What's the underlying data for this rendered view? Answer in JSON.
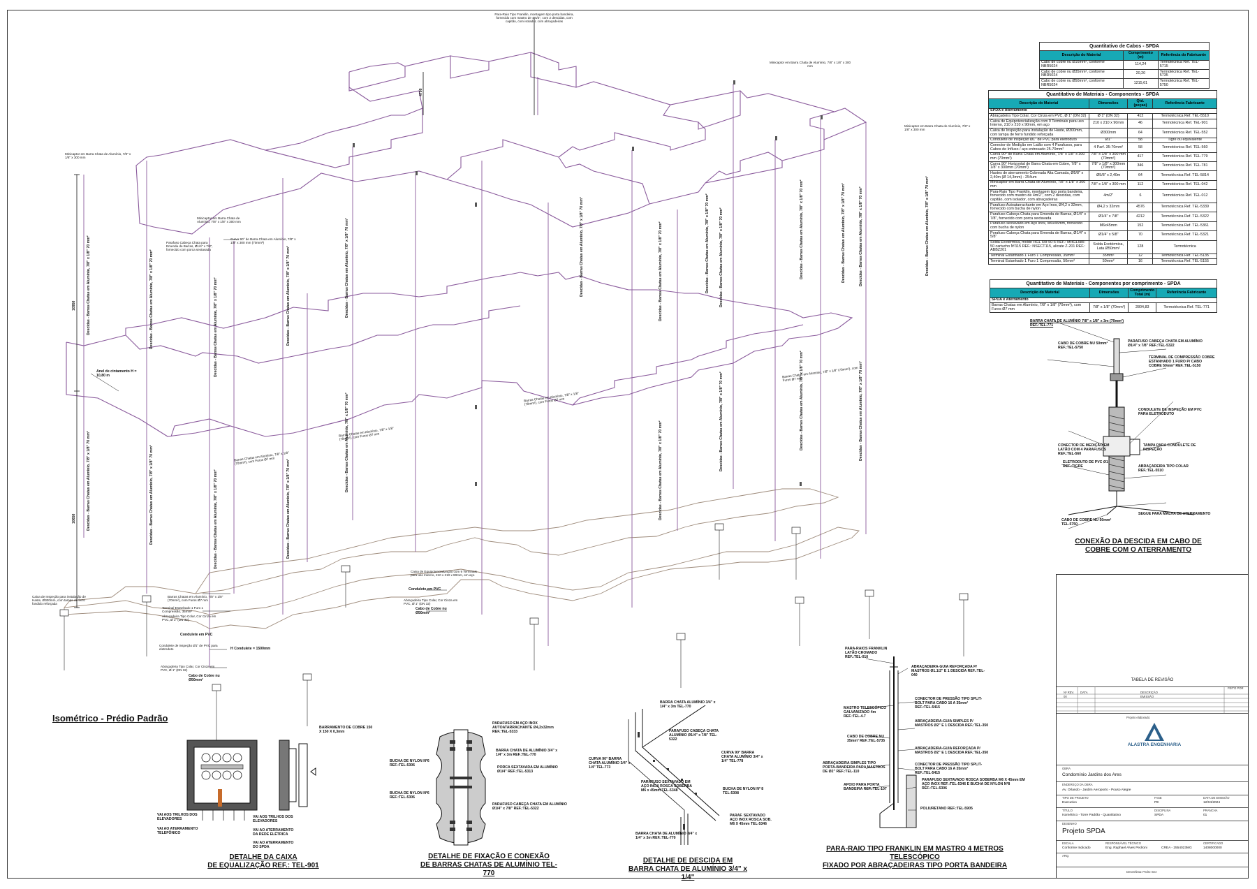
{
  "drawing": {
    "main_title": "Isométrico - Prédio Padrão",
    "top_note": "Para-Raio Tipo Franklin, montagem tipo porta bandeira, fornecido com mastro de 4m/2\", com 2 descidas, com capitão, com isolador, com abraçadeiras",
    "mini_top_1": "Minicaptor em Barra Chata de Alumínio, 7/8\" x 1/8\" x 300 mm",
    "mini_top_2": "Minicaptor em Barra Chata de Alumínio, 7/8\" x 1/8\" x 300 mm",
    "mini_left": "Minicaptor em Barra Chata de Alumínio, 7/8\" x 1/8\" x 300 mm",
    "mini_mid": "Minicaptor em Barra Chata de Alumínio, 7/8\" x 1/8\" x 300 mm",
    "curva_label": "Curva 90° de Barra Chata em Alumínio, 7/8\" x 1/8\" x 300 mm (70mm²)",
    "parafuso_label": "Parafuso Cabeça Chata para Emenda de Barras, Ø1/4\" x 7/8\", fornecido com porca sextavada",
    "descida": "Descidas - Barras Chatas em Alumínio, 7/8\" x 1/8\" 70 mm²",
    "anel_label": "Anel de cintamento H = 10,80 m",
    "barra_chata_ring": "Barras Chatas em Alumínio, 7/8\" x 1/8\" (70mm²), com Furos Ø7 mm",
    "dim_top": "4700",
    "dim_mid": "10950",
    "dim_low": "10650",
    "caixa_label": "Caixa de Equipotencialização com 9 Terminais para uso Interno, 210 x 210 x 90mm, em aço",
    "abracadeira_label": "Abraçadeira Tipo Colar, Cor Cinza em PVC, Ø 1\" (DN 32)",
    "barras_label_low": "Barras Chatas em Alumínio, 7/8\" x 1/8\" (70mm²), com Furos Ø7 mm",
    "terminal_label": "Terminal Estanhado 1 Furo 1 Compressão, 35mm²",
    "conduletes_label": "Condulete em PVC",
    "conduletes_label_2": "Condulete em PVC",
    "conduletes_insp": "Condulete de inspeção Ø1\" de PVC para eletroduto",
    "h_condulete": "H Condulete = 1500mm",
    "cabo_cobre": "Cabo de Cobre nu Ø50mm²",
    "cabo_cobre_2": "Cabo de Cobre nu Ø50mm²",
    "caixa_inspecao": "Caixa de Inspeção para instalação de Haste, Ø300mm, com tampa de ferro fundido reforçada"
  },
  "cables_table": {
    "title": "Quantitativo de Cabos - SPDA",
    "headers": [
      "Descrição do Material",
      "Comprimento (m)",
      "Referência do Fabricante"
    ],
    "rows": [
      [
        "Cabo de cobre nu Ø16mm², conforme NBR5024",
        "114,24",
        "Termotécnica Ref. TEL-5715"
      ],
      [
        "Cabo de cobre nu Ø35mm², conforme NBR5024",
        "20,20",
        "Termotécnica Ref. TEL-5735"
      ],
      [
        "Cabo de cobre nu Ø50mm², conforme NBR5024",
        "1215,61",
        "Termotécnica Ref. TEL-5750"
      ]
    ]
  },
  "components_table": {
    "title": "Quantitativo de Materiais - Componentes - SPDA",
    "headers": [
      "Descrição do Material",
      "Dimensões",
      "Qtd. (peças)",
      "Referência Fabricante"
    ],
    "section": "SPDA e Aterramento",
    "rows": [
      [
        "Abraçadeira Tipo Colar, Cor Cinza em PVC, Ø 1\" (DN 32)",
        "Ø 1\" (DN 32)",
        "412",
        "Termotécnica Ref. TEL-5510"
      ],
      [
        "Caixa de Equipotencialização com 9 Terminais para uso Interno, 210 x 210 x 90mm, em aço",
        "210 x 210 x 90mm",
        "46",
        "Termotécnica Ref. TEL-901"
      ],
      [
        "Caixa de Inspeção para instalação de Haste, Ø300mm, com tampa de ferro fundido reforçada",
        "Ø300mm",
        "64",
        "Termotécnica Ref. TEL-552"
      ],
      [
        "Condulete de Inspeção Ø1\" de PVC para eletroduto",
        "Ø1\"",
        "58",
        "Tigre ou equivalente"
      ],
      [
        "Conector de Medição em Latão com 4 Parafusos, para Cabos de Ínfluxo / aço entrosado 25-70mm²",
        "4 Parf. 35-70mm²",
        "58",
        "Termotécnica Ref. TEL-560"
      ],
      [
        "Curva 90° de Barra Chata em Alumínio, 7/8\" x 1/8\" x 300 mm (70mm²)",
        "7/8\" x 1/8\" x 300 mm (70mm²)",
        "417",
        "Termotécnica Ref. TEL-779"
      ],
      [
        "Curva 90° Horizontal de Barra Chata em Cobre, 7/8\" x 1/8\" x 300mm (70mm²)",
        "7/8\" x 1/8\" x 300mm (70mm²)",
        "346",
        "Termotécnica Ref. TEL-781"
      ],
      [
        "Hastes de aterramento Cobreada Alta Camada, Ø5/8\" x 2,40m (Ø 14,3mm) - 254um",
        "Ø5/8\" x 2,40m",
        "64",
        "Termotécnica Ref. TEL-5814"
      ],
      [
        "Minicaptor em Barra Chata de Alumínio, 7/8\" x 1/8\" x 300 mm",
        "7/8\" x 1/8\" x 300 mm",
        "112",
        "Termotécnica Ref. TEL-042"
      ],
      [
        "Para-Raio Tipo Franklin, montagem tipo porta bandeira, fornecido com mastro de 4m/2\", com 2 descidas, com capitão, com isolador, com abraçadeiras",
        "4m/2\"",
        "6",
        "Termotécnica Ref. TEL-012"
      ],
      [
        "Parafuso Autoatarrachante em Aço Inox, Ø4,2 x 32mm, fornecido com bucha de nylon",
        "Ø4,2 x 32mm",
        "4576",
        "Termotécnica Ref. TEL-5339"
      ],
      [
        "Parafuso Cabeça Chata para Emenda de Barras, Ø1/4\" x 7/8\", fornecido com porca sextavada",
        "Ø1/4\" x 7/8\"",
        "4212",
        "Termotécnica Ref. TEL-5322"
      ],
      [
        "Parafuso sextavado em Aço Inox, M6x45mm, fornecido com bucha de nylon",
        "M6x45mm",
        "152",
        "Termotécnica Ref. TEL-5361"
      ],
      [
        "Porafuso Cabeça Chata para Emenda de Barras, Ø1/4\" x 5/8\"",
        "Ø1/4\" x 5/8\"",
        "70",
        "Termotécnica Ref. TEL-5321"
      ],
      [
        "Solda Exotérmica, molde HGL 5/8-50-5 REF.: MHGL585-50 cartucho Nº115 REF.: NSECT115, alicate Z-201 REF.: ABBZ201",
        "Solda Exotérmica, Lata Ø50mm²",
        "128",
        "Termotécnica"
      ],
      [
        "Terminal Estanhado 1 Furo 1 Compressão, 35mm²",
        "35mm²",
        "12",
        "Termotécnica Ref. TEL-5135"
      ],
      [
        "Terminal Estanhado 1 Furo 1 Compressão, 50mm²",
        "50mm²",
        "16",
        "Termotécnica Ref. TEL-5155"
      ]
    ]
  },
  "length_table": {
    "title": "Quantitativo de Materiais - Componentes por comprimento - SPDA",
    "headers": [
      "Descrição do Material",
      "Dimensões",
      "Comprimento Total (m)",
      "Referência Fabricante"
    ],
    "section": "SPDA e Aterramento",
    "rows": [
      [
        "Barras Chatas em Alumínio, 7/8\" x 1/8\" (70mm²), com Furos Ø7 mm",
        "7/8\" x 1/8\" (70mm²)",
        "2804,83",
        "Termotécnica Ref. TEL-771"
      ]
    ]
  },
  "detail_connection": {
    "caption_1": "CONEXÃO DA DESCIDA EM CABO DE",
    "caption_2": "COBRE COM O ATERRAMENTO",
    "labels": [
      "BARRA CHATA DE ALUMÍNIO 7/8\" x 1/8\" x 3m (70mm²) REF.:TEL-771",
      "PARAFUSO CABEÇA CHATA EM ALUMÍNIO Ø1/4\" x 7/8\" REF.:TEL-5322",
      "CABO DE COBRE NU 50mm² REF.:TEL-5750",
      "TERMINAL DE COMPRESSÃO COBRE ESTANHADO 1 FURO P/ CABO COBRE 50mm² REF.:TEL-5150",
      "CONDULETE DE INSPEÇÃO EM PVC PARA ELETRODUTO",
      "CONECTOR DE MEDIÇÃO EM LATÃO COM 4 PARAFUSOS REF.:TEL-560",
      "TAMPA PARA CONDULETE DE INSPEÇÃO",
      "ELETRODUTO DE PVC Ø1 REF.:TIGRE",
      "ABRAÇADEIRA TIPO COLAR REF.:TEL-5510",
      "SEGUE PARA MALHA DE ATERRAMENTO",
      "CABO DE COBRE NU 50mm² TEL-5750"
    ]
  },
  "detail_box": {
    "caption_1": "DETALHE DA CAIXA",
    "caption_2": "DE EQUALIZAÇÃO REF.: TEL-901",
    "labels": [
      "BARRAMENTO DE COBRE 150 X 150 X 0,3mm",
      "VAI AOS TRILHOS DOS ELEVADORES",
      "VAI AOS TRILHOS DOS ELEVADORES",
      "VAI AO ATERRAMENTO TELEFÔNICO",
      "VAI AO ATERRAMENTO DA REDE ELÉTRICA",
      "VAI AO ATERRAMENTO DO SPDA"
    ]
  },
  "detail_fix": {
    "caption_1": "DETALHE DE FIXAÇÃO E CONEXÃO",
    "caption_2": "DE BARRAS CHATAS DE ALUMÍNIO TEL-770",
    "labels": [
      "PARAFUSO EM AÇO INOX AUTOATARRACHANTE Ø4,2x32mm REF.:TEL-5333",
      "BARRA CHATA DE ALUMÍNIO 3/4\" x 1/4\" x 3m REF.:TEL-770",
      "BUCHA DE NYLON Nº6 REF.:TEL-5306",
      "PORCA SEXTAVADA EM ALUMÍNIO Ø1/4\" REF.:TEL-5313",
      "BUCHA DE NYLON Nº6 REF.:TEL-5306",
      "PARAFUSO CABEÇA CHATA EM ALUMÍNIO Ø1/4\" x 7/8\" REF.:TEL-5322"
    ]
  },
  "detail_descida": {
    "caption_1": "DETALHE DE DESCIDA EM",
    "caption_2": "BARRA CHATA DE ALUMÍNIO 3/4\" x 1/4\"",
    "labels": [
      "BARRA CHATA ALUMÍNIO 3/4\" x 1/4\" x 3m TEL-770",
      "PARAFUSO CABEÇA CHATA ALUMÍNIO Ø1/4\" x 7/8\" TEL-5322",
      "CURVA 90° BARRA CHATA ALUMÍNIO 3/4\" x 1/4\" TEL-773",
      "CURVA 90° BARRA CHATA ALUMÍNIO 3/4\" x 1/4\" TEL-778",
      "PARAFUSO SEXTAVADO EM AÇO INOX ROSCA SOBERBA M6 x 45mm TEL-5348",
      "BUCHA DE NYLON Nº 8 TEL-5308",
      "PARAF. SEXTAVADO AÇO INOX ROSCA SOB. M6 X 45mm TEL-5346",
      "BARRA CHATA DE ALUMÍNIO 3/4\" x 1/4\" x 3m REF.:TEL-770"
    ]
  },
  "detail_franklin": {
    "caption_1": "PARA-RAIO TIPO FRANKLIN EM MASTRO 4 METROS TELESCÓPICO",
    "caption_2": "FIXADO POR ABRAÇADEIRAS TIPO PORTA BANDEIRA",
    "labels": [
      "PARA-RAIOS FRANKLIN LATÃO CROMADO REF.:TEL-010",
      "ABRAÇADEIRA-GUIA REFORÇADA P/ MASTROS Ø1.1/2\" E 1 DESCIDA REF.:TEL-040",
      "MASTRO TELESCÓPICO GALVANIZADO 4m REF.:TEL-4.7",
      "CONECTOR DE PRESSÃO TIPO SPLIT-BOLT PARA CABO 16 A 35mm² REF.:TEL-5415",
      "ABRAÇADEIRA-GUIA SIMPLES P/ MASTROS Ø2\" E 1 DESCIDA REF.:TEL-350",
      "CABO DE COBRE NU 35mm² REF.:TEL-5735",
      "ABRAÇADEIRA-GUIA REFORÇADA P/ MASTROS Ø2\" E 1 DESCIDA REF.:TEL-350",
      "ABRAÇADEIRA SIMPLES TIPO PORTA-BANDEIRA PARA MASTROS DE Ø2\" REF.:TEL-110",
      "CONECTOR DE PRESSÃO TIPO SPLIT-BOLT PARA CABO 16 A 35mm² REF.:TEL-5415",
      "APOIO PARA PORTA BANDEIRA REF.:TEL-107",
      "PARAFUSO SEXTAVADO ROSCA SOBERBA M6 X 45mm EM AÇO INOX REF.:TEL-5346 E BUCHA DE NYLON Nº8 REF.:TEL-5306",
      "POLIURETANO REF.:TEL-5905"
    ]
  },
  "title_block": {
    "revision_title": "TABELA DE REVISÃO",
    "rev_headers": [
      "Nº REV.",
      "DATA",
      "DESCRIÇÃO",
      "FEITO POR"
    ],
    "rev_row": [
      "00",
      "",
      "EMISSÃO",
      ""
    ],
    "company_label": "Projeto elaborado:",
    "company_name": "ALASTRA ENGENHARIA",
    "obra_label": "OBRA",
    "obra_value": "Condomínio Jardins dos Ares",
    "endereco_label": "ENDEREÇO DA OBRA",
    "endereco_value": "Av. Orlando - Jardim Aeroporto - Pouso Alegre",
    "tipo_label": "TIPO DE PROJETO",
    "tipo_value": "Executivo",
    "fase_label": "FASE",
    "fase_value": "PE",
    "data_label": "DATA DE EMISSÃO",
    "data_value": "12/04/2024",
    "folha_label": "TÍTULO",
    "folha_value": "Isométrico - Torre Padrão - Quantitativo",
    "disc_label": "DISCIPLINA",
    "disc_value": "SPDA",
    "prancha_label": "PRANCHA",
    "prancha_value": "01",
    "projeto_label": "DESENHO",
    "projeto_value": "Projeto SPDA",
    "escala_label": "ESCALA",
    "escala_value": "Conforme Indicado",
    "resp_label": "RESPONSÁVEL TÉCNICO",
    "resp_value": "Eng. Raphael Alves Pedroni",
    "crea_label": "CREA",
    "crea_value": "CREA - 2554023MG",
    "cert_label": "CERTIFICADO",
    "cert_value": "1408000000",
    "arq_label": "ARQ.",
    "desenho_label": "Desenhista: Pedro Inez"
  }
}
